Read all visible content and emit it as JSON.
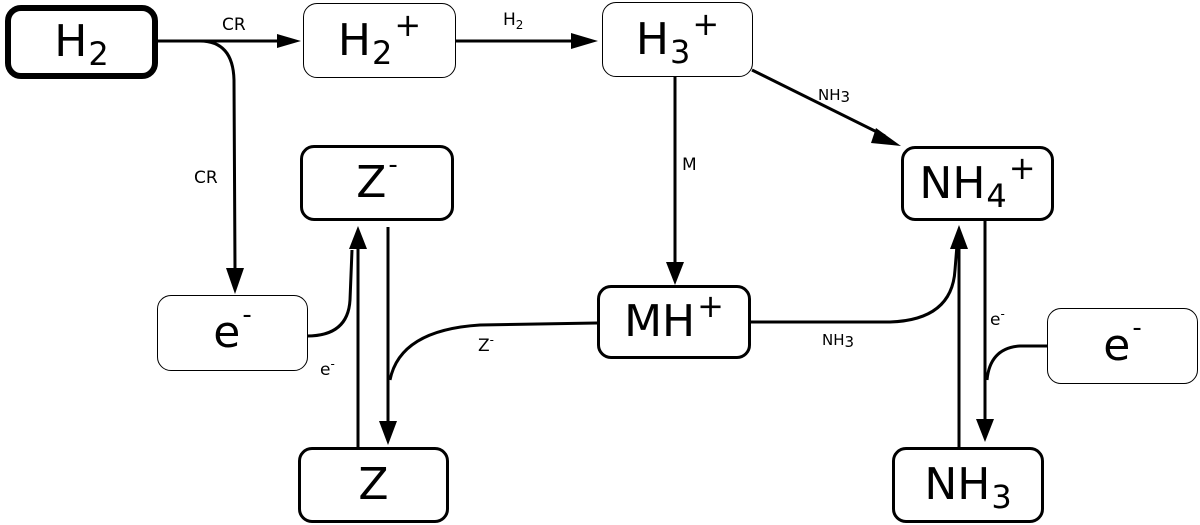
{
  "diagram": {
    "title": "",
    "nodes": [
      {
        "id": "h2",
        "base": "H",
        "sub": "2",
        "sup": ""
      },
      {
        "id": "h2plus",
        "base": "H",
        "sub": "2",
        "sup": "+"
      },
      {
        "id": "h3plus",
        "base": "H",
        "sub": "3",
        "sup": "+"
      },
      {
        "id": "nh4plus",
        "base": "NH",
        "sub": "4",
        "sup": "+"
      },
      {
        "id": "zminus",
        "base": "Z",
        "sub": "",
        "sup": "-"
      },
      {
        "id": "eminus_left",
        "base": "e",
        "sub": "",
        "sup": "-"
      },
      {
        "id": "mhplus",
        "base": "MH",
        "sub": "",
        "sup": "+"
      },
      {
        "id": "eminus_right",
        "base": "e",
        "sub": "",
        "sup": "-"
      },
      {
        "id": "z",
        "base": "Z",
        "sub": "",
        "sup": ""
      },
      {
        "id": "nh3",
        "base": "NH",
        "sub": "3",
        "sup": ""
      }
    ],
    "edges": [
      {
        "from": "h2",
        "to": "h2plus",
        "label": {
          "base": "CR",
          "sub": "",
          "sup": ""
        }
      },
      {
        "from": "h2",
        "to": "eminus_left",
        "label": {
          "base": "CR",
          "sub": "",
          "sup": ""
        }
      },
      {
        "from": "h2plus",
        "to": "h3plus",
        "label": {
          "base": "H",
          "sub": "2",
          "sup": ""
        }
      },
      {
        "from": "h3plus",
        "to": "nh4plus",
        "label": {
          "base": "NH",
          "sub": "3",
          "sup": ""
        }
      },
      {
        "from": "h3plus",
        "to": "mhplus",
        "label": {
          "base": "M",
          "sub": "",
          "sup": ""
        }
      },
      {
        "from": "mhplus",
        "to": "z",
        "label": {
          "base": "Z",
          "sub": "",
          "sup": "-"
        }
      },
      {
        "from": "mhplus",
        "to": "nh4plus",
        "label": {
          "base": "NH",
          "sub": "3",
          "sup": ""
        }
      },
      {
        "from": "z",
        "to": "zminus",
        "label": {
          "base": "e",
          "sub": "",
          "sup": "-"
        }
      },
      {
        "from": "eminus_left",
        "to": "zminus",
        "label": {
          "base": "",
          "sub": "",
          "sup": ""
        }
      },
      {
        "from": "zminus",
        "to": "z",
        "label": {
          "base": "",
          "sub": "",
          "sup": ""
        }
      },
      {
        "from": "nh4plus",
        "to": "nh3",
        "label": {
          "base": "e",
          "sub": "",
          "sup": "-"
        }
      },
      {
        "from": "eminus_right",
        "to": "nh3",
        "label": {
          "base": "",
          "sub": "",
          "sup": ""
        }
      },
      {
        "from": "nh3",
        "to": "nh4plus",
        "label": {
          "base": "",
          "sub": "",
          "sup": ""
        }
      }
    ]
  }
}
